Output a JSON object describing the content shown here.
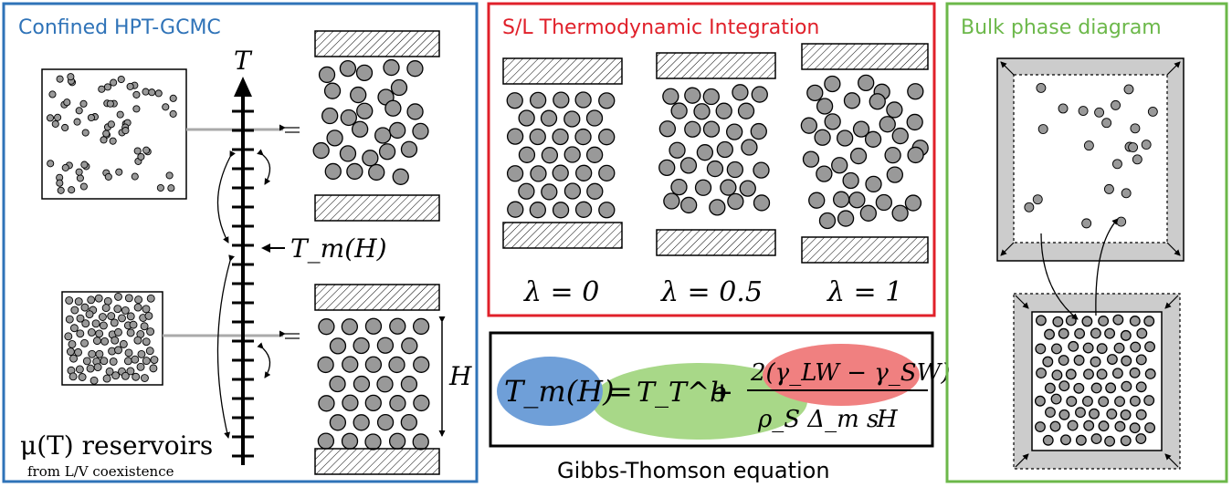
{
  "colors": {
    "blue": "#2f73b8",
    "red": "#e0202a",
    "green": "#6cb84a",
    "particle_fill": "#999999",
    "hatch_wall": "#000000",
    "blue_ellipse": "#6f9fd8",
    "green_ellipse": "#a8d888",
    "red_ellipse": "#f08080"
  },
  "panel_left": {
    "title": "Confined HPT-GCMC",
    "axis_label": "T",
    "melting_label": "T_m(H)",
    "height_label": "H",
    "reservoir_label": "μ(T) reservoirs",
    "reservoir_sub": "from L/V coexistence"
  },
  "panel_middle": {
    "title": "S/L Thermodynamic Integration",
    "lambdas": [
      "λ = 0",
      "λ = 0.5",
      "λ = 1"
    ]
  },
  "equation": {
    "lhs": "T_m(H)",
    "equals": "=",
    "tb": "T_T^b",
    "plus": "+",
    "numerator": "2(γ_LW − γ_SW)",
    "denominator": "ρ_S Δ_m s",
    "over_h": "H",
    "caption": "Gibbs-Thomson equation"
  },
  "panel_right": {
    "title": "Bulk phase diagram"
  },
  "icons": [
    "arrow-icon",
    "hatched-wall-icon",
    "particle-icon",
    "double-arrow-icon"
  ]
}
